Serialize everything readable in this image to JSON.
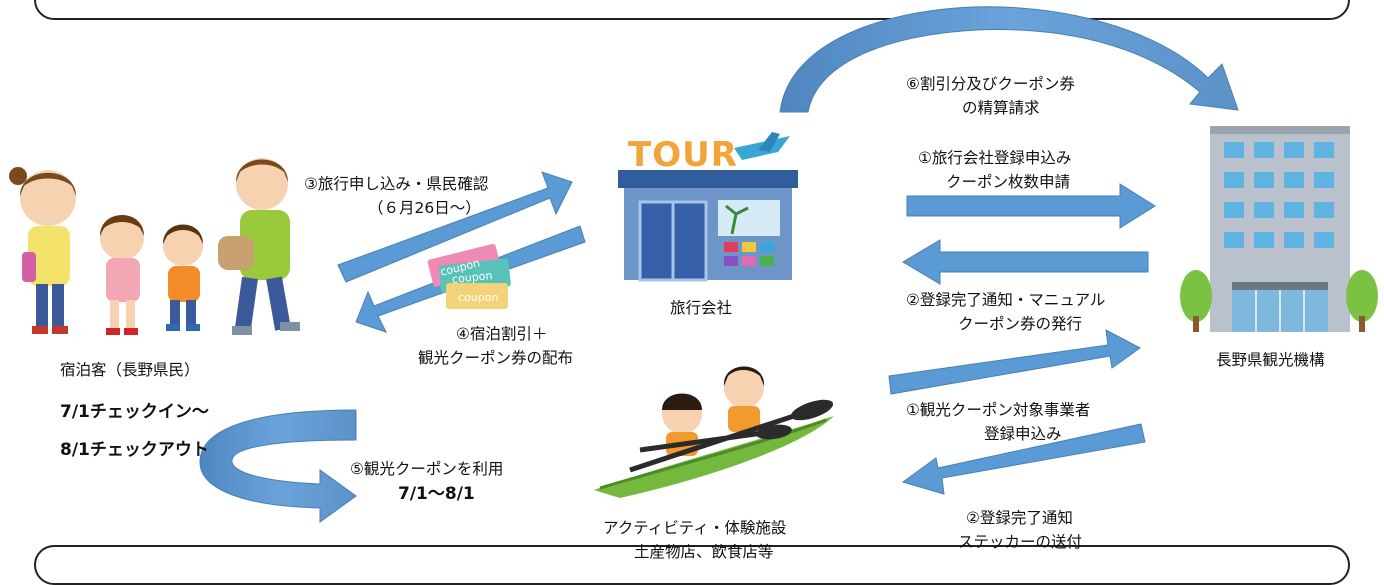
{
  "nodes": {
    "guests": {
      "label": "宿泊客（長野県民）"
    },
    "agency": {
      "label": "旅行会社",
      "sign": "TOUR"
    },
    "bureau": {
      "label": "長野県観光機構"
    },
    "facilities": {
      "line1": "アクティビティ・体験施設",
      "line2": "土産物店、飲食店等"
    }
  },
  "period": {
    "line1": "7/1チェックイン～",
    "line2": "8/1チェックアウト"
  },
  "steps": {
    "s3": {
      "line1": "③旅行申し込み・県民確認",
      "line2": "（６月26日～）"
    },
    "s4": {
      "line1": "④宿泊割引＋",
      "line2": "観光クーポン券の配布"
    },
    "s5": {
      "line1": "⑤観光クーポンを利用",
      "line2": "7/1～8/1"
    },
    "s6": {
      "line1": "⑥割引分及びクーポン券",
      "line2": "の精算請求"
    },
    "s1a": {
      "line1": "①旅行会社登録申込み",
      "line2": "クーポン枚数申請"
    },
    "s2a": {
      "line1": "②登録完了通知・マニュアル",
      "line2": "クーポン券の発行"
    },
    "s1b": {
      "line1": "①観光クーポン対象事業者",
      "line2": "登録申込み"
    },
    "s2b": {
      "line1": "②登録完了通知",
      "line2": "ステッカーの送付"
    }
  },
  "coupon_text": "coupon",
  "colors": {
    "arrow_fill": "#5b9bd5",
    "arrow_stroke": "#4a7fb0",
    "text": "#111111"
  }
}
